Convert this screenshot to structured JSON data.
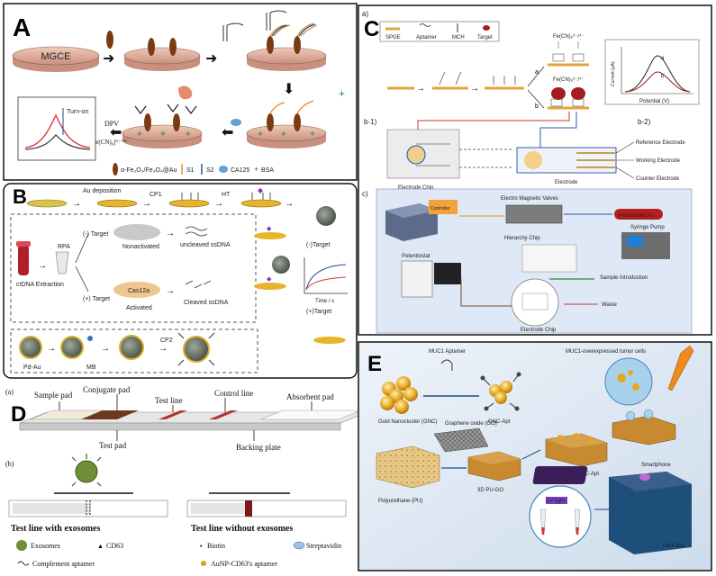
{
  "panels": {
    "A": {
      "letter": "A",
      "electrode": "MGCE",
      "inset_title": "Turn-on",
      "dpv_label": "DPV",
      "probe_label": "[Fe(CN)₆]³⁻ᐟ⁴⁻",
      "legend": [
        "α-Fe₂O₃/Fe₃O₄@Au",
        "S1",
        "S2",
        "CA125",
        "BSA"
      ]
    },
    "B": {
      "letter": "B",
      "au_deposition": "Au deposition",
      "cp1": "CP1",
      "ht": "HT",
      "neg_target": "(-) Target",
      "pos_target": "(+) Target",
      "ctdna": "ctDNA Extraction",
      "rpa": "RPA",
      "nonactivated": "Nonactivated",
      "uncleaved": "uncleaved ssDNA",
      "activated": "Activated",
      "cleaved": "Cleaved ssDNA",
      "cas": "Cas12a",
      "neg_target_right": "(-)Target",
      "pos_target_right": "(+)Target",
      "time_axis": "Time / s",
      "pd_au": "Pd-Au",
      "mb": "MB",
      "cp2": "CP2"
    },
    "C": {
      "letter": "C",
      "sublabel_a": "a)",
      "legend": [
        "SPGE",
        "Aptamer",
        "MCH",
        "Target"
      ],
      "fe_top": "Fe(CN)₆³⁻/⁴⁻",
      "fe_bottom": "Fe(CN)₆³⁻/⁴⁻",
      "curve_a": "a",
      "curve_b": "b",
      "ylabel": "Current (µA)",
      "xlabel": "Potential (V)",
      "b1": "b-1)",
      "b2": "b-2)",
      "electrode_chip": "Electrode Chip",
      "electrode": "Electrode",
      "reference": "Reference Electrode",
      "working": "Working Electrode",
      "counter": "Counter Electrode",
      "sublabel_c": "c)",
      "valves": "Electro Magnetic Valves",
      "controller": "Controller",
      "pressurized": "Pressurized N₂",
      "hierarchy": "Hierarchy Chip",
      "syringe": "Syringe Pump",
      "potentiostat": "Potentiostat",
      "sample_intro": "Sample Introduction",
      "waste": "Waste",
      "chip_bottom": "Electrode Chip"
    },
    "D": {
      "letter": "D",
      "sub_a": "(a)",
      "sub_b": "(b)",
      "sample_pad": "Sample pad",
      "conjugate_pad": "Conjugate pad",
      "test_line": "Test line",
      "control_line": "Control line",
      "absorbent_pad": "Absorbent pad",
      "test_pad": "Test pad",
      "backing_plate": "Backing plate",
      "with_exo": "Test line with exosomes",
      "without_exo": "Test line without exosomes",
      "legend": [
        "Exosomes",
        "CD63",
        "Biotin",
        "Streptavidin",
        "Complement aptamer",
        "AuNP-CD63's aptamer"
      ]
    },
    "E": {
      "letter": "E",
      "muc1_aptamer": "MUC1 Aptamer",
      "muc1_cells": "MUC1-overexpressed tumor cells",
      "gnc": "Gold Nanocluster (GNC)",
      "gnc_apt": "GNC-Apt",
      "go": "Graphene oxide (GO)",
      "pu": "Polyurethane (PU)",
      "pu_go": "3D PU-GO",
      "pu_go_gnc": "3D PU-GO/GNC-Apt",
      "smartphone": "Smartphone",
      "uv": "UV light",
      "dark_box": "Dark Box"
    }
  },
  "colors": {
    "panel_e_bg": "#dce8f4",
    "panel_c_inner": "#dfe8f6",
    "test_line": "#b3322e",
    "conjugate": "#6b3a1c",
    "electrode_disk": "#e9b8a8",
    "nanoparticle_gold": "#e0a82a"
  }
}
